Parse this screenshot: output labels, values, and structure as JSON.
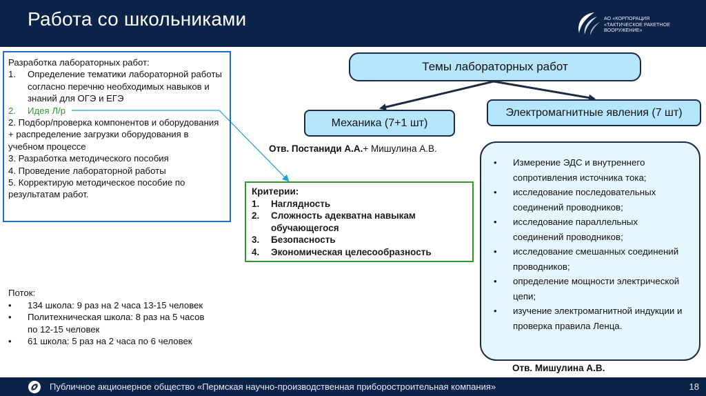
{
  "header": {
    "title": "Работа со школьниками",
    "logo_lines": [
      "АО «Корпорация",
      "«Тактическое ракетное",
      "вооружение»"
    ]
  },
  "dev_box": {
    "title": "Разработка лабораторных работ:",
    "items": [
      {
        "num": "1.",
        "text": "Определение тематики лабораторной работы согласно перечню необходимых навыков и знаний для ОГЭ и ЕГЭ"
      },
      {
        "num": "2.",
        "text": "Идея Л/р"
      }
    ],
    "plain_items": [
      "2. Подбор/проверка компонентов и оборудования + распределение загрузки оборудования в учебном процессе",
      "3. Разработка методического пособия",
      "4. Проведение лабораторной работы",
      "5. Корректирую методическое пособие по результатам работ."
    ]
  },
  "topics": {
    "main": "Темы лабораторных работ",
    "mechanics": "Механика (7+1 шт)",
    "electro": "Электромагнитные явления (7 шт)",
    "resp_mech_bold": "Отв. Постаниди А.А.",
    "resp_mech_rest": "+ Мишулина А.В.",
    "resp_electro": "Отв. Мишулина А.В."
  },
  "criteria": {
    "title": "Критерии:",
    "items": [
      {
        "num": "1.",
        "text": "Наглядность"
      },
      {
        "num": "2.",
        "text": "Сложность адекватна навыкам обучающегося"
      },
      {
        "num": "3.",
        "text": "Безопасность"
      },
      {
        "num": "4.",
        "text": "Экономическая целесообразность"
      }
    ]
  },
  "electro_list": [
    "Измерение ЭДС и внутреннего сопротивления источника тока;",
    "исследование последовательных соединений проводников;",
    "исследование параллельных соединений проводников;",
    "исследование смешанных соединений проводников;",
    "определение мощности электрической цепи;",
    "изучение электромагнитной индукции и проверка правила Ленца."
  ],
  "flow": {
    "title": "Поток:",
    "items": [
      "134 школа: 9 раз на 2 часа 13-15 человек",
      "Политехническая школа: 8 раз на 5 часов по 12-15 человек",
      "61 школа: 5 раз на 2 часа по 6 человек"
    ]
  },
  "footer": {
    "text": "Публичное акционерное общество «Пермская научно-производственная приборостроительная компания»",
    "page": "18"
  },
  "colors": {
    "header_bg": "#0b2348",
    "pill_fill": "#b5e6fb",
    "list_fill": "#e6f6fe",
    "blue_border": "#1a6fc4",
    "green": "#2c9a2c"
  }
}
